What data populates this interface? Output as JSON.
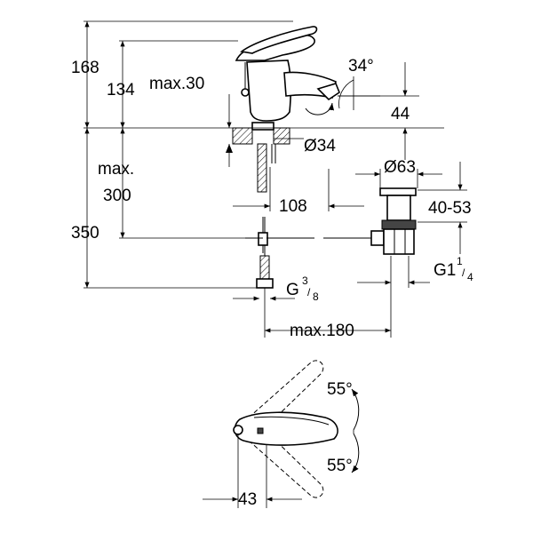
{
  "dimensions": {
    "height_total": "168",
    "height_spout": "134",
    "lever_max": "max.30",
    "spout_angle": "34°",
    "spout_height": "44",
    "hole_diameter": "Ø34",
    "drain_diameter": "Ø63",
    "max_label": "max.",
    "max_value": "300",
    "projection": "108",
    "drain_range": "40-53",
    "overall_height": "350",
    "inlet_thread_prefix": "G",
    "inlet_thread_num": "3",
    "inlet_thread_den": "8",
    "drain_thread_prefix": "G1",
    "drain_thread_num": "1",
    "drain_thread_den": "4",
    "drain_reach": "max.180",
    "angle_up": "55°",
    "angle_down": "55°",
    "lever_offset": "43"
  }
}
